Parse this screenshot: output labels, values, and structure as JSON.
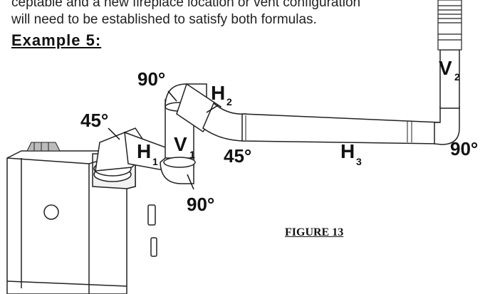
{
  "intro_lines": [
    "ceptable and a new fireplace location or vent configuration",
    "will need to be established to satisfy both formulas."
  ],
  "heading": "Example 5:",
  "labels": {
    "elbow_90_top": "90°",
    "elbow_45_left": "45°",
    "elbow_45_mid": "45°",
    "elbow_90_right": "90°",
    "elbow_90_bottom": "90°",
    "h1_letter": "H",
    "h1_sub": "1",
    "h2_letter": "H",
    "h2_sub": "2",
    "h3_letter": "H",
    "h3_sub": "3",
    "v1_letter": "V",
    "v1_sub": "1",
    "v2_letter": "V",
    "v2_sub": "2"
  },
  "figure_caption": "FIGURE 13"
}
